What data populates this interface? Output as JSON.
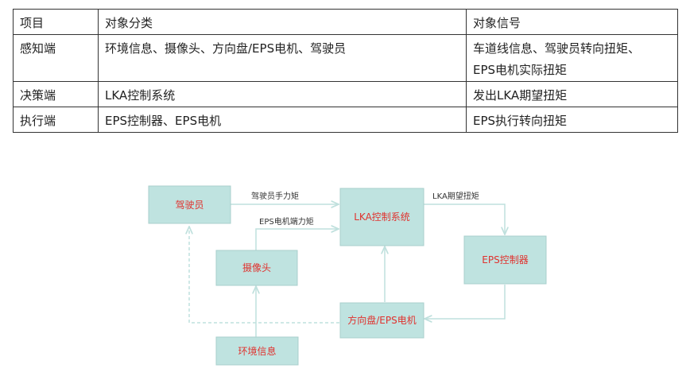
{
  "table": {
    "headers": [
      "项目",
      "对象分类",
      "对象信号"
    ],
    "rows": [
      {
        "item": "感知端",
        "objects": "环境信息、摄像头、方向盘/EPS电机、驾驶员",
        "signals": [
          "车道线信息、驾驶员转向扭矩、",
          "EPS电机实际扭矩"
        ]
      },
      {
        "item": "决策端",
        "objects": "LKA控制系统",
        "signals": [
          "发出LKA期望扭矩"
        ]
      },
      {
        "item": "执行端",
        "objects": "EPS控制器、EPS电机",
        "signals": [
          "EPS执行转向扭矩"
        ]
      }
    ]
  },
  "diagram": {
    "nodes": {
      "driver": "驾驶员",
      "lka": "LKA控制系统",
      "camera": "摄像头",
      "eps_controller": "EPS控制器",
      "steering": "方向盘/EPS电机",
      "environment": "环境信息"
    },
    "edges": {
      "driver_to_lka": "驾驶员手力矩",
      "motor_to_lka": "EPS电机端力矩",
      "lka_to_eps": "LKA期望扭矩"
    },
    "colors": {
      "box_fill": "#bfe3e0",
      "box_text": "#e0322e",
      "line": "#bfe0dd"
    }
  }
}
